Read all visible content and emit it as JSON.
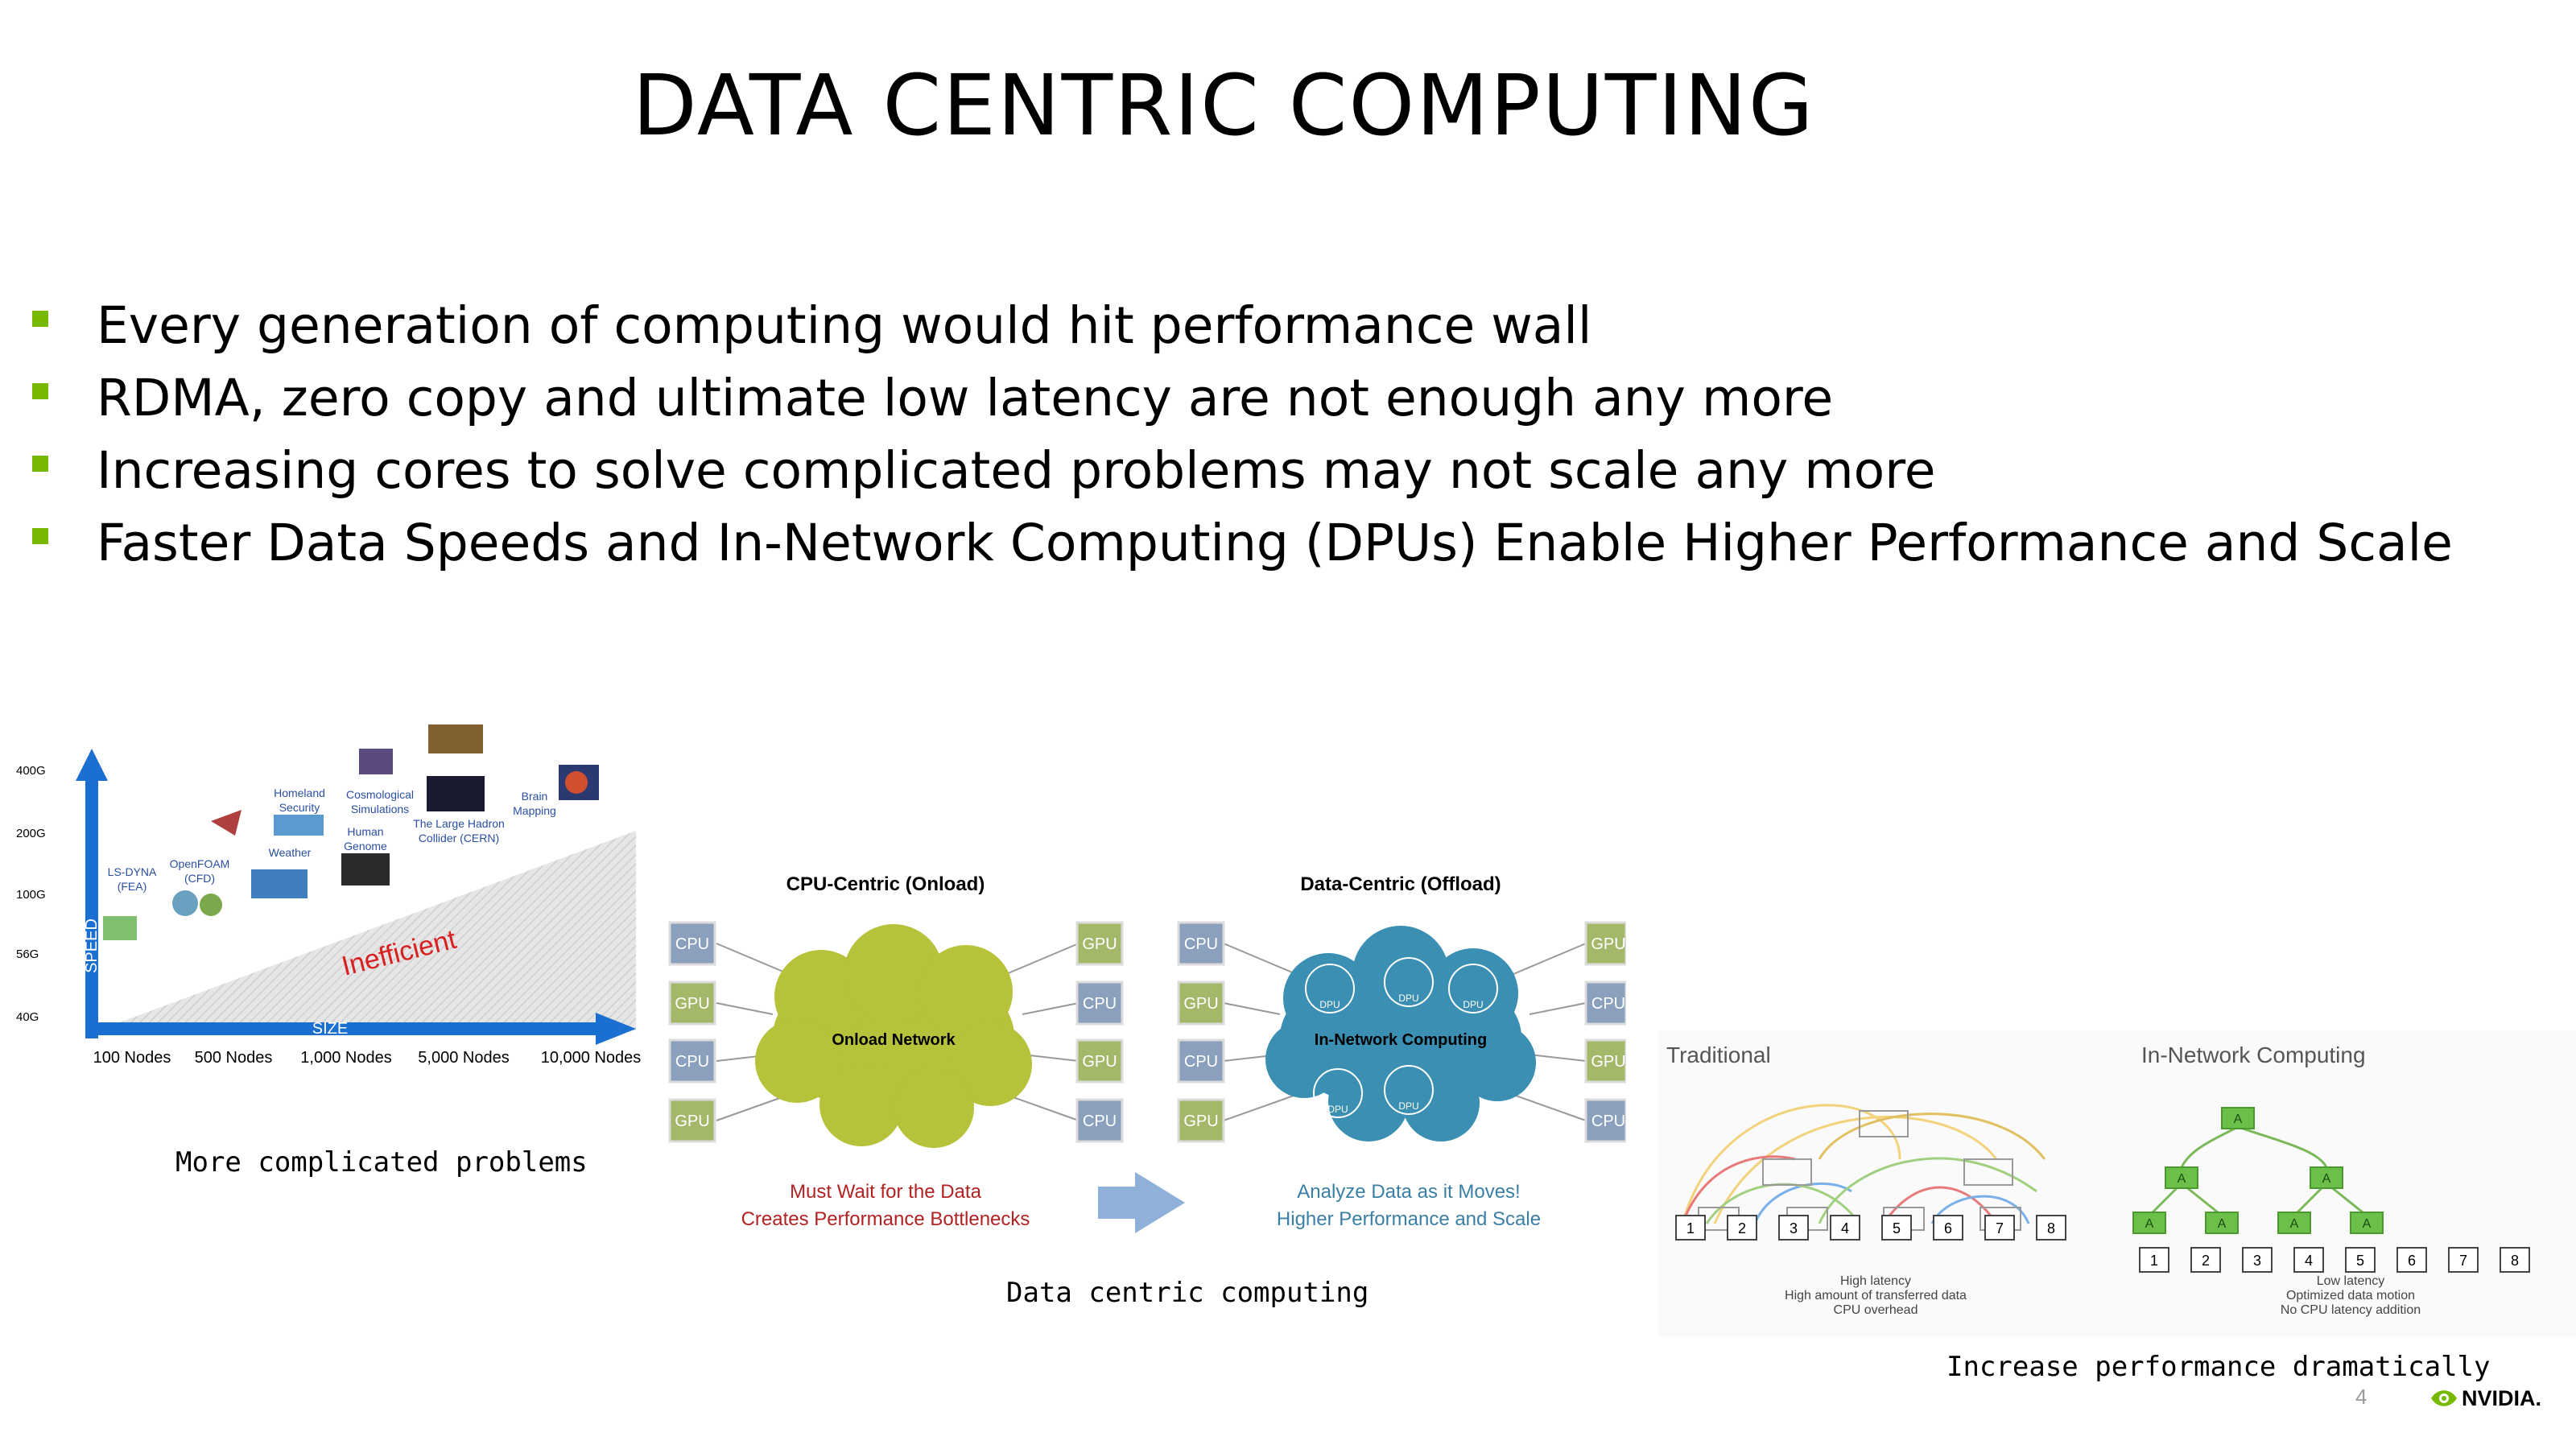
{
  "slide": {
    "title": "DATA CENTRIC COMPUTING",
    "bullets": [
      "Every generation of computing would hit performance wall",
      "RDMA, zero copy and ultimate low latency are not enough any more",
      "Increasing cores to solve complicated problems may not scale any more",
      "Faster Data Speeds and In-Network Computing (DPUs) Enable Higher Performance and Scale"
    ],
    "page_number": "4",
    "logo_text": "NVIDIA."
  },
  "colors": {
    "bullet": "#76b900",
    "axis_blue": "#1a6fd0",
    "cloud_green": "#b5c23a",
    "cloud_blue": "#3b8fb3",
    "red_text": "#b22222",
    "blue_text": "#3a7fa6",
    "arrow": "#8fb0d8"
  },
  "figure_left": {
    "y_ticks": [
      "400G",
      "200G",
      "100G",
      "56G",
      "40G"
    ],
    "x_ticks": [
      "100 Nodes",
      "500 Nodes",
      "1,000 Nodes",
      "5,000 Nodes",
      "10,000 Nodes"
    ],
    "y_axis_label": "SPEED",
    "x_axis_label": "SIZE",
    "region_label": "Inefficient",
    "app_labels": {
      "lsdyna_1": "LS-DYNA",
      "lsdyna_2": "(FEA)",
      "openfoam_1": "OpenFOAM",
      "openfoam_2": "(CFD)",
      "weather": "Weather",
      "homeland_1": "Homeland",
      "homeland_2": "Security",
      "cosmo_1": "Cosmological",
      "cosmo_2": "Simulations",
      "human_1": "Human",
      "human_2": "Genome",
      "lhc_1": "The Large Hadron",
      "lhc_2": "Collider (CERN)",
      "brain_1": "Brain",
      "brain_2": "Mapping"
    },
    "caption": "More complicated problems"
  },
  "figure_middle": {
    "left_title": "CPU-Centric (Onload)",
    "right_title": "Data-Centric (Offload)",
    "left_cloud_label": "Onload Network",
    "right_cloud_label": "In-Network Computing",
    "dpu_label": "DPU",
    "left_side_nodes": [
      "CPU",
      "GPU",
      "CPU",
      "GPU"
    ],
    "left_right_nodes": [
      "GPU",
      "CPU",
      "GPU",
      "CPU"
    ],
    "right_side_nodes": [
      "CPU",
      "GPU",
      "CPU",
      "GPU"
    ],
    "right_right_nodes": [
      "GPU",
      "CPU",
      "GPU",
      "CPU"
    ],
    "left_note_1": "Must Wait for the Data",
    "left_note_2": "Creates Performance Bottlenecks",
    "right_note_1": "Analyze Data as it Moves!",
    "right_note_2": "Higher Performance and Scale",
    "caption": "Data centric computing"
  },
  "figure_right": {
    "left_title": "Traditional",
    "right_title": "In-Network Computing",
    "leaf_labels": [
      "1",
      "2",
      "3",
      "4",
      "5",
      "6",
      "7",
      "8"
    ],
    "agg_label": "A",
    "left_note_1": "High latency",
    "left_note_2": "High amount of transferred data",
    "left_note_3": "CPU overhead",
    "right_note_1": "Low latency",
    "right_note_2": "Optimized data motion",
    "right_note_3": "No CPU latency addition",
    "caption": "Increase performance dramatically"
  }
}
